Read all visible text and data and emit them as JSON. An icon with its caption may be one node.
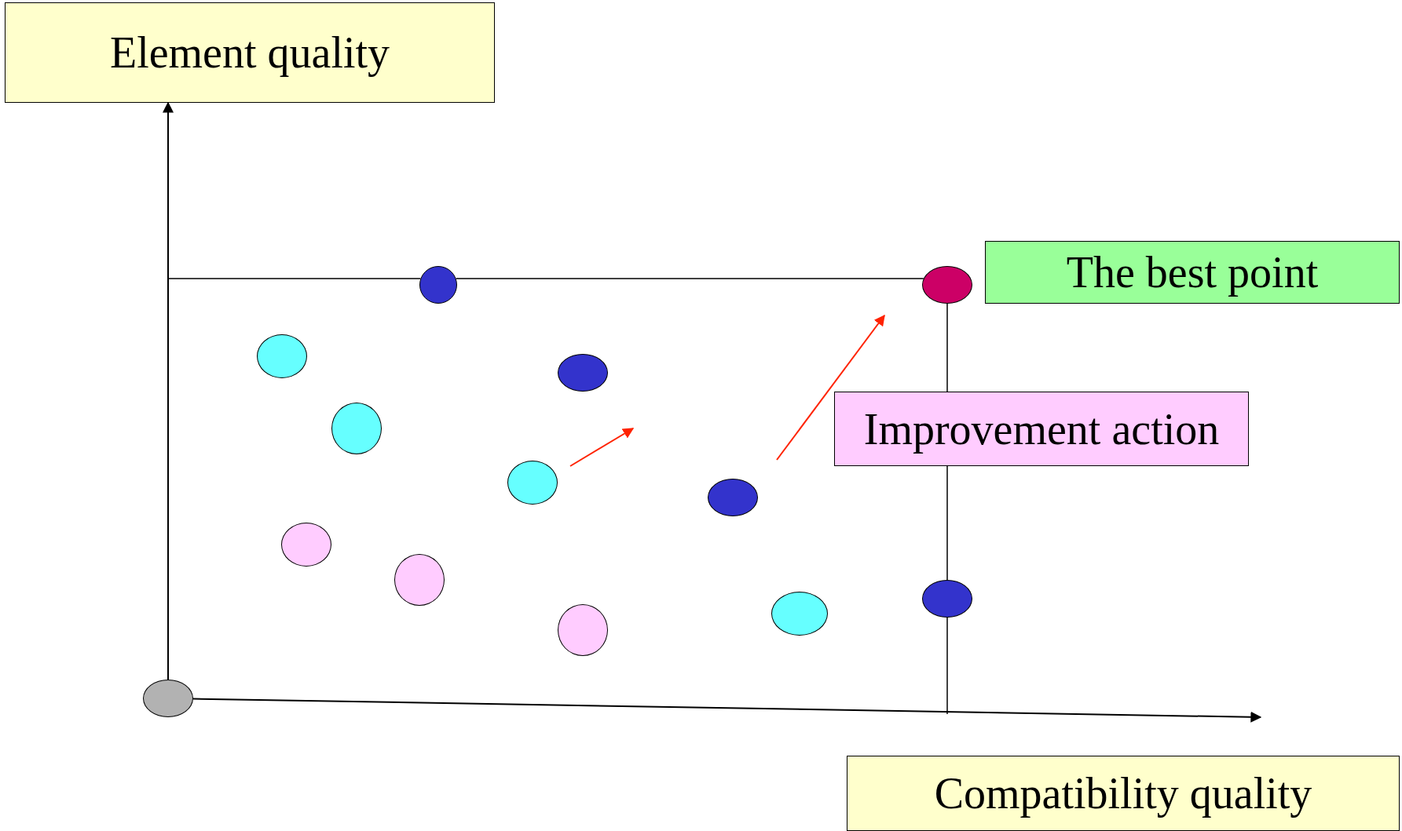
{
  "diagram": {
    "nodes": [
      {
        "text": [
          "Element quality"
        ]
      },
      {
        "text": [
          "The best point"
        ]
      },
      {
        "text": [
          "Improvement action"
        ]
      },
      {
        "text": [
          "Compatibility quality"
        ]
      },
      {
        "text": [],
        "shape": "ellipse"
      },
      {
        "text": [],
        "shape": "ellipse"
      },
      {
        "text": [],
        "shape": "ellipse"
      },
      {
        "text": [],
        "shape": "ellipse"
      },
      {
        "text": [],
        "shape": "ellipse"
      },
      {
        "text": [],
        "shape": "ellipse"
      },
      {
        "text": [],
        "shape": "ellipse"
      },
      {
        "text": [],
        "shape": "ellipse"
      },
      {
        "text": [],
        "shape": "ellipse"
      },
      {
        "text": [],
        "shape": "ellipse"
      },
      {
        "text": [],
        "shape": "ellipse"
      },
      {
        "text": [],
        "shape": "ellipse"
      },
      {
        "text": [],
        "shape": "ellipse"
      }
    ],
    "edges": [
      {
        "from": 16,
        "to": 0,
        "arrow": "to"
      },
      {
        "from": 16,
        "to": null,
        "arrow": "to"
      },
      {
        "from": null,
        "to": 4,
        "arrow": "none"
      },
      {
        "from": 4,
        "to": 5,
        "arrow": "none"
      },
      {
        "from": 5,
        "to": 2,
        "arrow": "none"
      },
      {
        "from": 2,
        "to": 13,
        "arrow": "none"
      },
      {
        "from": 13,
        "to": null,
        "arrow": "none"
      }
    ]
  }
}
